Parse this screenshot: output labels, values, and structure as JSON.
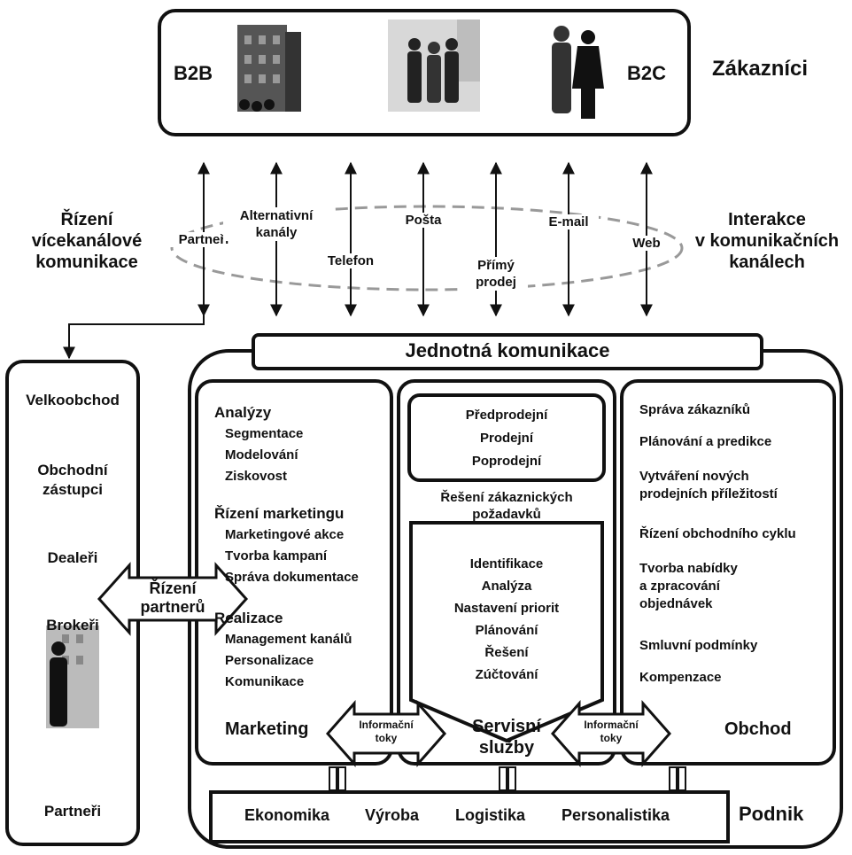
{
  "customers": {
    "b2b": "B2B",
    "b2c": "B2C",
    "title": "Zákazníci"
  },
  "channels": {
    "left_title": "Řízení\nvícekanálové\nkomunikace",
    "right_title": "Interakce\nv komunikačních\nkanálech",
    "items": [
      "Partneři",
      "Alternativní\nkanály",
      "Telefon",
      "Pošta",
      "Přímý\nprodej",
      "E-mail",
      "Web"
    ]
  },
  "unified": {
    "title": "Jednotná komunikace"
  },
  "partners": {
    "items": [
      "Velkoobchod",
      "Obchodní\nzástupci",
      "Dealeři",
      "Brokeři",
      "Partneři"
    ],
    "arrow_label": "Řízení\npartnerů"
  },
  "marketing": {
    "groups": [
      {
        "heading": "Analýzy",
        "items": [
          "Segmentace",
          "Modelování",
          "Ziskovost"
        ]
      },
      {
        "heading": "Řízení marketingu",
        "items": [
          "Marketingové akce",
          "Tvorba kampaní",
          "Správa dokumentace"
        ]
      },
      {
        "heading": "Realizace",
        "items": [
          "Management kanálů",
          "Personalizace",
          "Komunikace"
        ]
      }
    ],
    "title": "Marketing"
  },
  "service": {
    "phases": [
      "Předprodejní",
      "Prodejní",
      "Poprodejní"
    ],
    "requests_title": "Řešení zákaznických\npožadavků",
    "steps": [
      "Identifikace",
      "Analýza",
      "Nastavení priorit",
      "Plánování",
      "Řešení",
      "Zúčtování"
    ],
    "title": "Servisní\nslužby"
  },
  "info_flow": {
    "label": "Informační\ntoky"
  },
  "sales": {
    "items": [
      "Správa zákazníků",
      "Plánování a predikce",
      "Vytváření nových\nprodejních příležitostí",
      "Řízení obchodního cyklu",
      "Tvorba nabídky\na zpracování\nobjednávek",
      "Smluvní podmínky",
      "Kompenzace"
    ],
    "title": "Obchod"
  },
  "enterprise": {
    "items": [
      "Ekonomika",
      "Výroba",
      "Logistika",
      "Personalistika"
    ],
    "title": "Podnik"
  }
}
